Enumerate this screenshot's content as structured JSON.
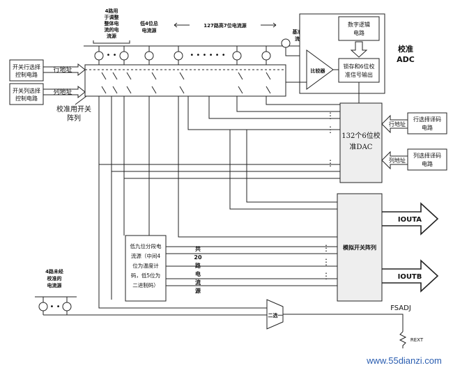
{
  "left_ctrl": {
    "row_lines": [
      "开关行选择",
      "控制电路"
    ],
    "col_lines": [
      "开关列选择",
      "控制电路"
    ]
  },
  "addr": {
    "row": "行地址",
    "col": "列地址"
  },
  "switch_array_label": [
    "校准用开关",
    "阵列"
  ],
  "sources": {
    "four_way_lines": [
      "4路用",
      "于调整",
      "整体电",
      "流的电",
      "流源"
    ],
    "low4_lines": [
      "低4位总",
      "电流源"
    ],
    "high127": "127路高7位电流源",
    "ellipsis_top": "• • • • • •",
    "ellipsis_left": "• •",
    "reference_lines": [
      "基准电",
      "流源"
    ]
  },
  "adc": {
    "digital_logic": [
      "数字逻辑",
      "电路"
    ],
    "comparator": "比较器",
    "latch": [
      "锁存和6位校",
      "准信号输出"
    ],
    "label": [
      "校准",
      "ADC"
    ]
  },
  "dac": {
    "label": [
      "132个6位校",
      "准DAC"
    ]
  },
  "decoders": {
    "row": [
      "行选择译码",
      "电路"
    ],
    "col": [
      "列选择译码",
      "电路"
    ]
  },
  "low9": {
    "lines": [
      "低九位分段电",
      "流源（中间4",
      "位为温度计",
      "码，低5位为",
      "二进制码）"
    ],
    "count_vertical": [
      "共",
      "20",
      "路",
      "电",
      "流",
      "源"
    ]
  },
  "analog_switch": "模拟开关阵列",
  "outputs": {
    "a": "IOUTA",
    "b": "IOUTB"
  },
  "uncal": {
    "lines": [
      "4路未经",
      "校准的",
      "电流源"
    ],
    "ellipsis": "• •"
  },
  "mux": "二选一",
  "fsadj": "FSADJ",
  "rext": "REXT",
  "dots_v": "⋮",
  "watermark": "www.55dianzi.com"
}
